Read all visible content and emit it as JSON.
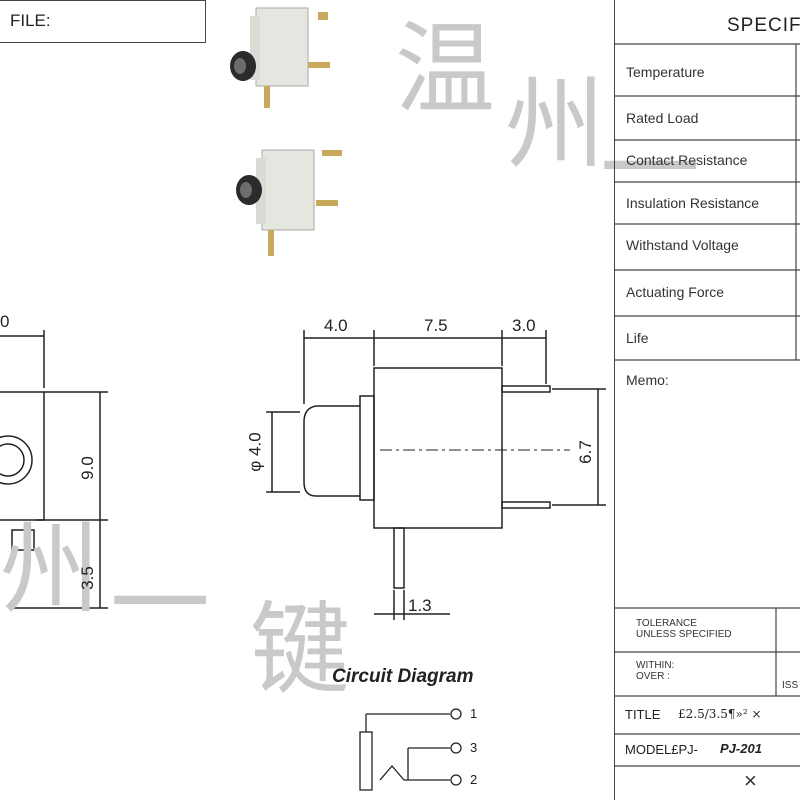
{
  "header": {
    "file_label": "FILE:"
  },
  "spec": {
    "title": "SPECIF",
    "rows": [
      "Temperature",
      "Rated Load",
      "Contact Resistance",
      "Insulation Resistance",
      "Withstand Voltage",
      "Actuating Force",
      "Life"
    ],
    "memo_label": "Memo:",
    "tolerance_label_1": "TOLERANCE",
    "tolerance_label_2": "UNLESS SPECIFIED",
    "within_label": "WITHIN:",
    "over_label": "OVER :",
    "iss_label": "ISS",
    "title_label": "TITLE",
    "title_value": "£2.5/3.5¶»² ×",
    "model_label": "MODEL£PJ-",
    "model_value": "PJ-201",
    "close_mark": "×"
  },
  "dimensions": {
    "left_top": "0",
    "left_height": "9.0",
    "left_pin": "3.5",
    "body_front": "4.0",
    "body_main": "7.5",
    "body_back": "3.0",
    "barrel_dia": "φ 4.0",
    "pin_spacing": "6.7",
    "pin_width": "1.3"
  },
  "circuit": {
    "title": "Circuit Diagram",
    "pins": [
      "1",
      "3",
      "2"
    ]
  },
  "watermark": {
    "chars_top": [
      "温",
      "州",
      "一"
    ],
    "chars_bottom": [
      "州",
      "一",
      "键"
    ]
  }
}
